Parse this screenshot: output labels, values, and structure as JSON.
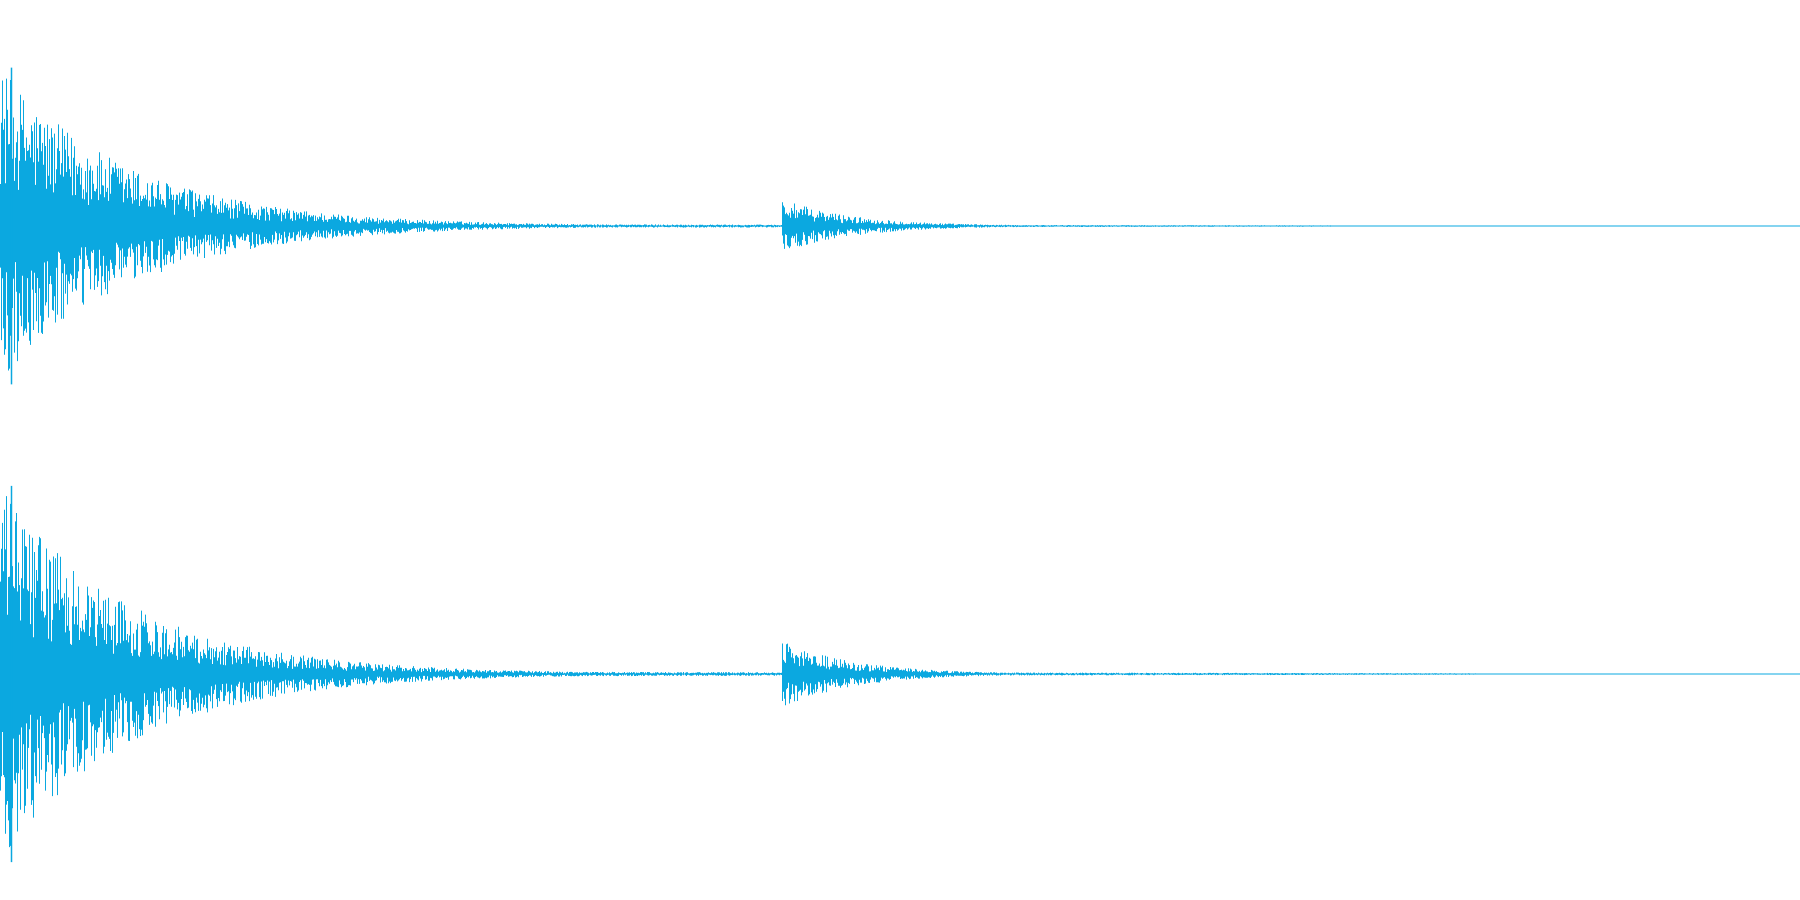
{
  "waveform": {
    "color": "#0ba8e0",
    "channels": [
      {
        "name": "",
        "events": [
          {
            "onset_fraction": 0.0,
            "peak_amplitude": 0.99,
            "decay_fraction": 0.22
          },
          {
            "onset_fraction": 0.434,
            "peak_amplitude": 0.17,
            "decay_fraction": 0.12
          }
        ],
        "noise_tail_end_fraction": 0.74
      },
      {
        "name": "",
        "events": [
          {
            "onset_fraction": 0.0,
            "peak_amplitude": 0.99,
            "decay_fraction": 0.22
          },
          {
            "onset_fraction": 0.434,
            "peak_amplitude": 0.18,
            "decay_fraction": 0.12
          }
        ],
        "noise_tail_end_fraction": 0.82
      }
    ]
  }
}
